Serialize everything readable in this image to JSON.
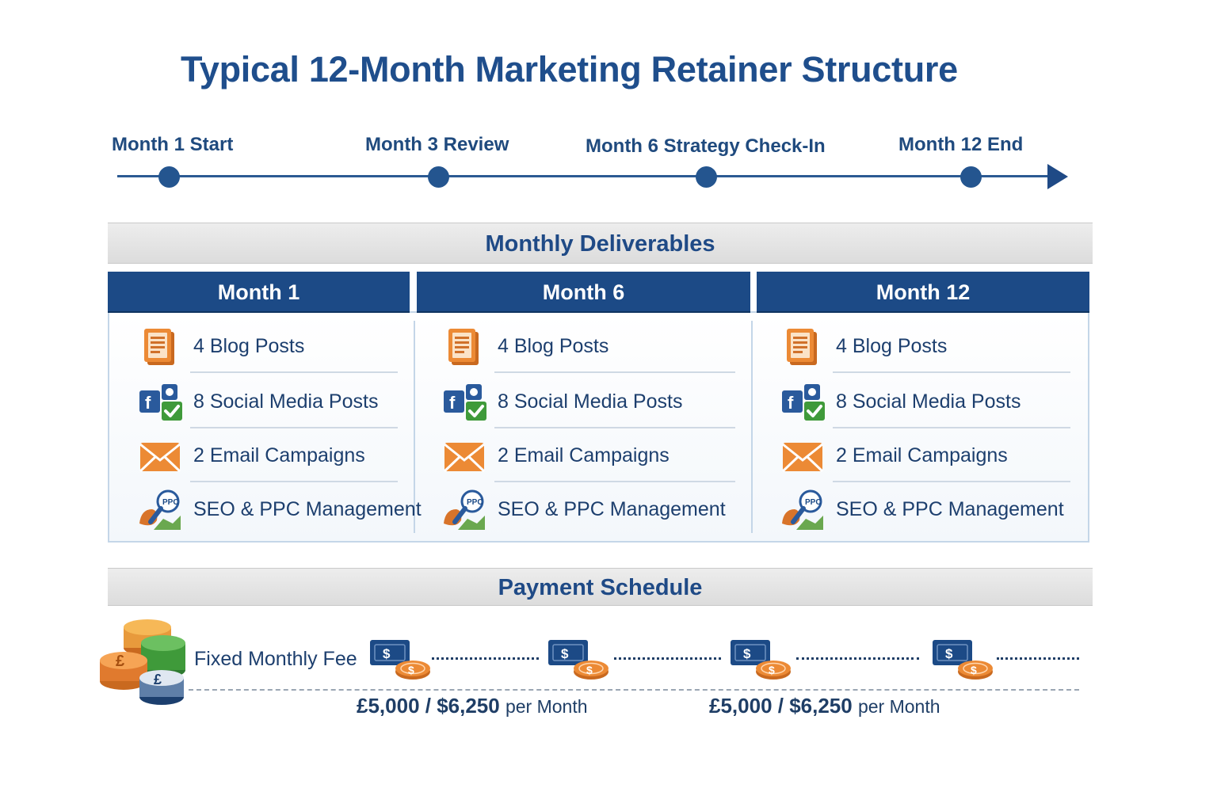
{
  "title": "Typical 12-Month Marketing Retainer Structure",
  "timeline": {
    "milestones": [
      {
        "label": "Month 1 Start"
      },
      {
        "label": "Month 3 Review"
      },
      {
        "label": "Month 6 Strategy Check-In"
      },
      {
        "label": "Month 12 End"
      }
    ]
  },
  "deliverables": {
    "heading": "Monthly Deliverables",
    "columns": [
      {
        "header": "Month 1",
        "items": [
          {
            "icon": "document-icon",
            "label": "4 Blog Posts"
          },
          {
            "icon": "social-media-icon",
            "label": "8 Social Media Posts"
          },
          {
            "icon": "envelope-icon",
            "label": "2 Email Campaigns"
          },
          {
            "icon": "ppc-magnifier-icon",
            "label": "SEO & PPC Management"
          }
        ]
      },
      {
        "header": "Month 6",
        "items": [
          {
            "icon": "document-icon",
            "label": "4 Blog Posts"
          },
          {
            "icon": "social-media-icon",
            "label": "8 Social Media Posts"
          },
          {
            "icon": "envelope-icon",
            "label": "2 Email Campaigns"
          },
          {
            "icon": "ppc-magnifier-icon",
            "label": "SEO & PPC Management"
          }
        ]
      },
      {
        "header": "Month 12",
        "items": [
          {
            "icon": "document-icon",
            "label": "4 Blog Posts"
          },
          {
            "icon": "social-media-icon",
            "label": "8 Social Media Posts"
          },
          {
            "icon": "envelope-icon",
            "label": "2 Email Campaigns"
          },
          {
            "icon": "ppc-magnifier-icon",
            "label": "SEO & PPC Management"
          }
        ]
      }
    ]
  },
  "payment": {
    "heading": "Payment Schedule",
    "fee_label": "Fixed Monthly Fee",
    "ppc_badge": "PPC",
    "currency_symbols": {
      "dollar": "$",
      "pound": "£"
    },
    "amounts": [
      {
        "value": "£5,000 / $6,250",
        "suffix": "per Month"
      },
      {
        "value": "£5,000 / $6,250",
        "suffix": "per Month"
      }
    ]
  },
  "colors": {
    "primary_navy": "#1c4a86",
    "title_blue": "#1f4e8c",
    "orange": "#e07a2e",
    "green": "#3f9a3a",
    "band_gray": "#e3e3e3"
  }
}
